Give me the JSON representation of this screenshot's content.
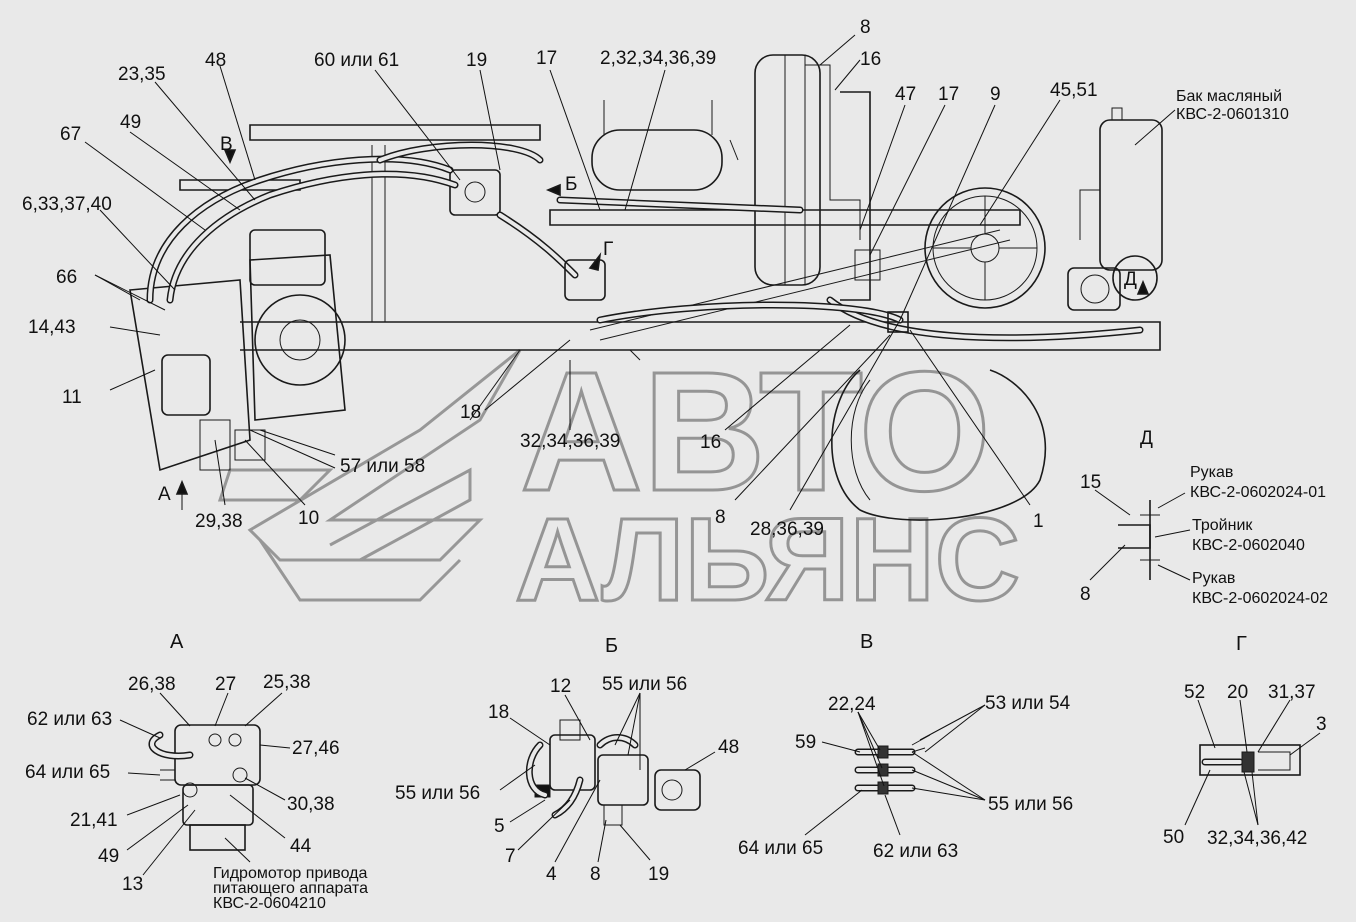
{
  "watermark": {
    "line1": "АВТО",
    "line2": "АЛЬЯНС"
  },
  "main_labels": {
    "l_23_35": "23,35",
    "l_48": "48",
    "l_60or61": "60 или 61",
    "l_19": "19",
    "l_17a": "17",
    "l_2_32": "2,32,34,36,39",
    "l_8top": "8",
    "l_16top": "16",
    "l_47": "47",
    "l_17b": "17",
    "l_9": "9",
    "l_45_51": "45,51",
    "l_49": "49",
    "l_67": "67",
    "l_B_view": "В",
    "l_6_33": "6,33,37,40",
    "l_66": "66",
    "l_14_43": "14,43",
    "l_11": "11",
    "l_Be": "Б",
    "l_G": "Г",
    "l_D": "Д",
    "l_18": "18",
    "l_32_34": "32,34,36,39",
    "l_16mid": "16",
    "l_57or58": "57 или 58",
    "l_A": "А",
    "l_29_38": "29,38",
    "l_10": "10",
    "l_8mid": "8",
    "l_28_36": "28,36,39",
    "l_1": "1",
    "l_D2": "Д",
    "l_15": "15",
    "l_8right": "8"
  },
  "callouts": {
    "tank_line1": "Бак масляный",
    "tank_line2": "КВС-2-0601310",
    "hose1_line1": "Рукав",
    "hose1_line2": "КВС-2-0602024-01",
    "tee_line1": "Тройник",
    "tee_line2": "КВС-2-0602040",
    "hose2_line1": "Рукав",
    "hose2_line2": "КВС-2-0602024-02"
  },
  "view_A": {
    "title": "А",
    "labels": [
      "26,38",
      "27",
      "25,38",
      "62 или 63",
      "27,46",
      "64 или 65",
      "30,38",
      "21,41",
      "44",
      "49",
      "13"
    ],
    "caption_line1": "Гидромотор привода",
    "caption_line2": "питающего аппарата",
    "caption_line3": "КВС-2-0604210"
  },
  "view_B": {
    "title": "Б",
    "labels": [
      "12",
      "55 или 56",
      "18",
      "48",
      "55 или 56",
      "5",
      "7",
      "4",
      "8",
      "19"
    ]
  },
  "view_V": {
    "title": "В",
    "labels": [
      "22,24",
      "53 или 54",
      "59",
      "55 или 56",
      "64 или 65",
      "62 или 63"
    ]
  },
  "view_G": {
    "title": "Г",
    "labels": [
      "52",
      "20",
      "31,37",
      "3",
      "50",
      "32,34,36,42"
    ]
  }
}
